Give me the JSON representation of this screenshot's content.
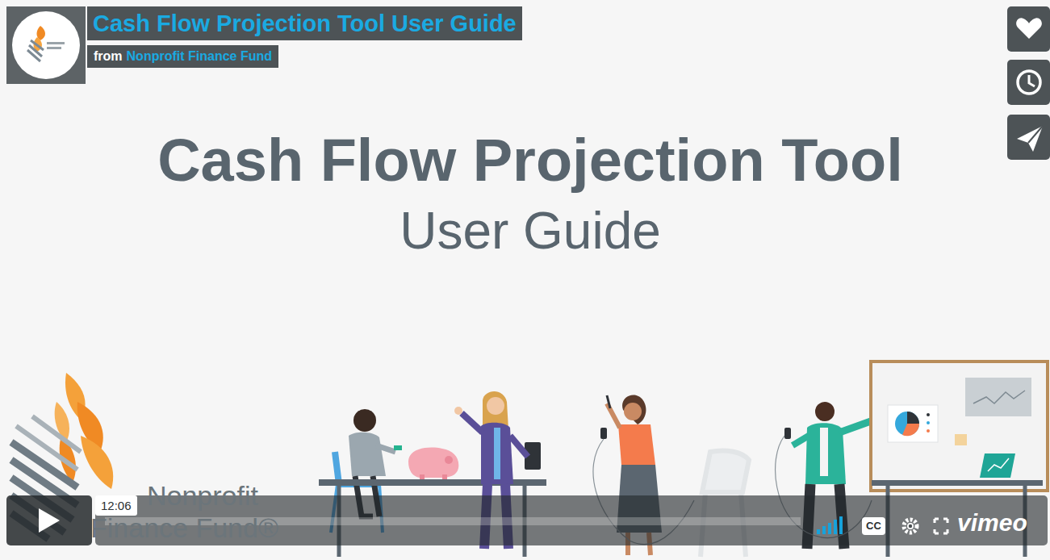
{
  "diagram": {
    "title": "Cash Flow Projection Tool User Guide",
    "nodes": [
      {
        "text": [
          "from",
          "Nonprofit Finance Fund"
        ]
      },
      {
        "text": [
          "12:06"
        ]
      },
      {
        "text": [
          "CC"
        ]
      }
    ],
    "labels": [
      "Cash Flow Projection Tool",
      "User Guide",
      "Nonprofit Finance Fund®",
      "vimeo"
    ]
  }
}
